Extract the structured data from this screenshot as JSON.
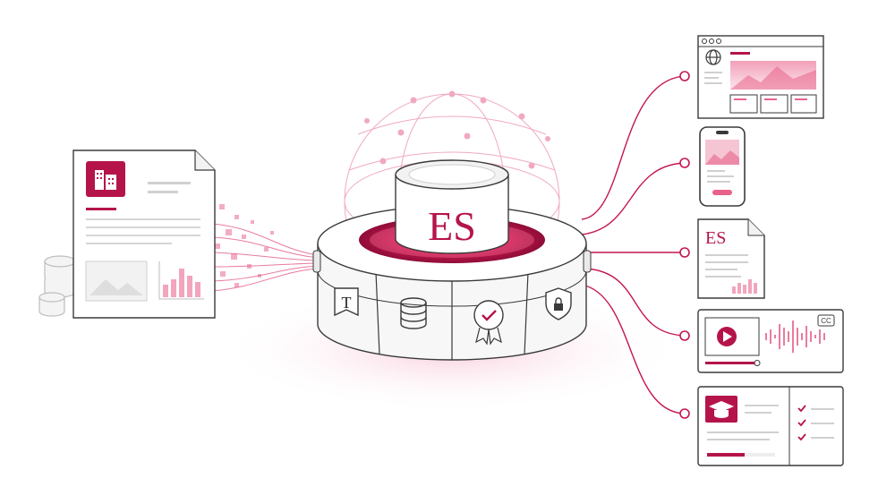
{
  "colors": {
    "accent": "#b5144a",
    "accent_light": "#f2b3c6",
    "accent_pale": "#fbe3eb",
    "line": "#3a3a3a",
    "muted": "#c8c8c8"
  },
  "hub": {
    "label": "ES",
    "modules": [
      {
        "icon": "text-translation-icon",
        "glyph": "T"
      },
      {
        "icon": "database-icon"
      },
      {
        "icon": "certified-badge-icon"
      },
      {
        "icon": "security-shield-icon"
      }
    ]
  },
  "source": {
    "icon": "building-icon"
  },
  "outputs": [
    {
      "kind": "website",
      "icon": "globe-icon"
    },
    {
      "kind": "mobile-app",
      "icon": "phone-icon"
    },
    {
      "kind": "document",
      "label": "ES"
    },
    {
      "kind": "multimedia",
      "icon": "play-icon",
      "badge": "CC"
    },
    {
      "kind": "elearning",
      "icon": "graduation-cap-icon"
    }
  ]
}
